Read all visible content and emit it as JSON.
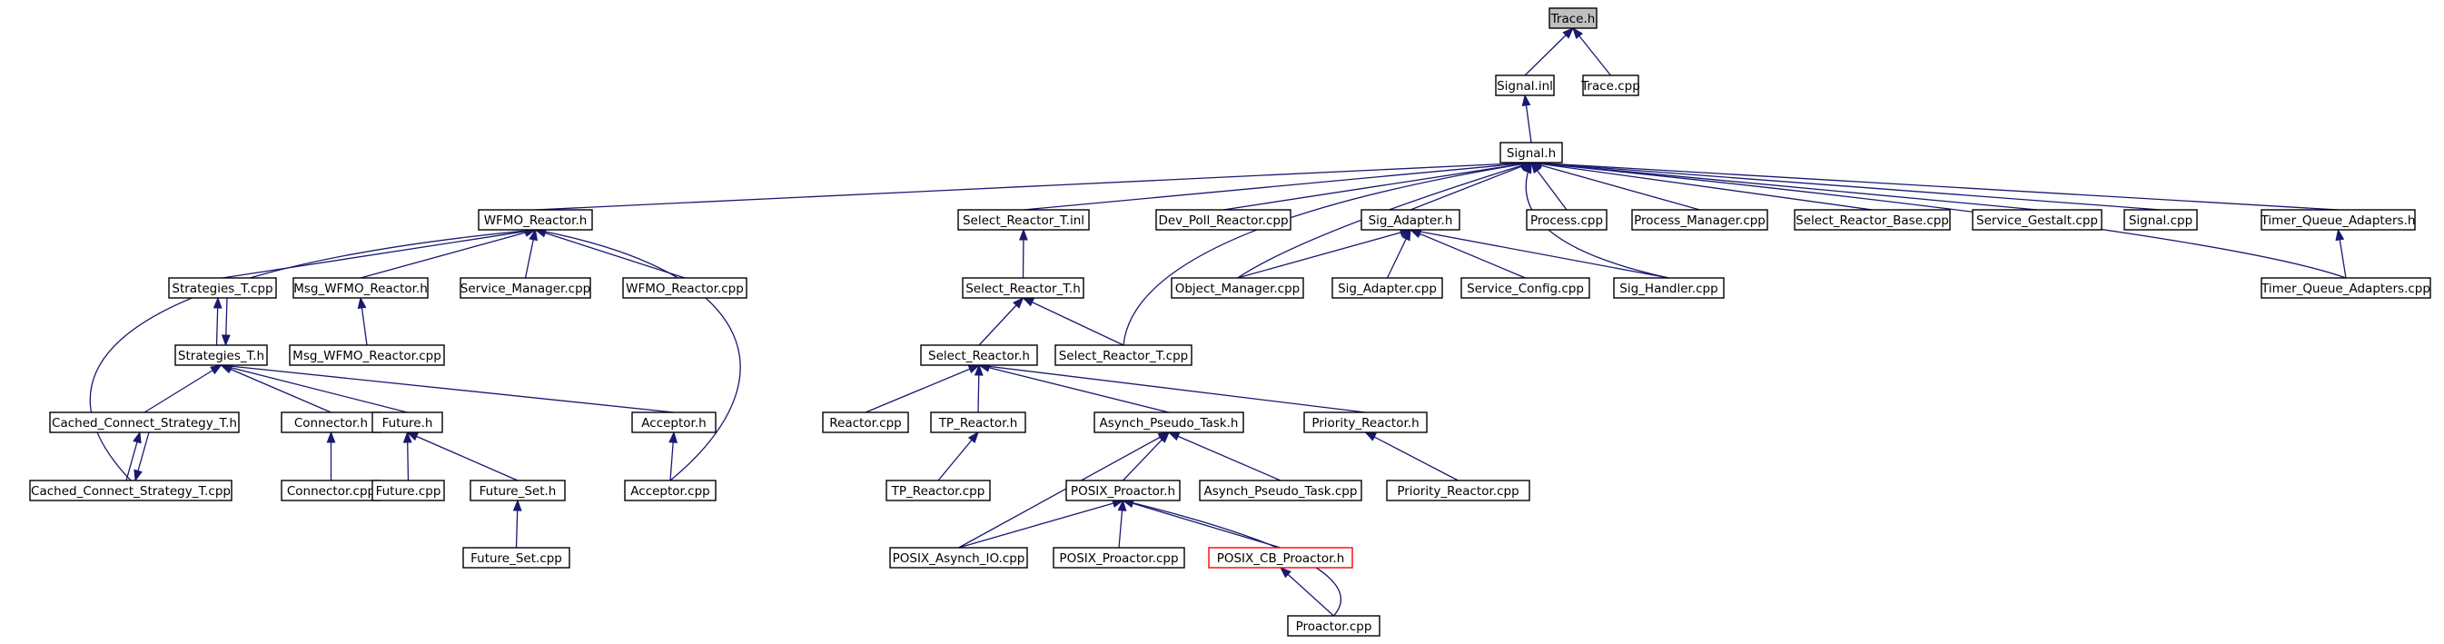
{
  "colors": {
    "edge": "#191970",
    "root_fill": "#bfbfbf",
    "incomplete_border": "#ff0000"
  },
  "nodes": {
    "trace_h": "Trace.h",
    "signal_inl": "Signal.inl",
    "trace_cpp": "Trace.cpp",
    "signal_h": "Signal.h",
    "wfmo_reactor_h": "WFMO_Reactor.h",
    "select_reactor_t_inl": "Select_Reactor_T.inl",
    "dev_poll_reactor_cpp": "Dev_Poll_Reactor.cpp",
    "sig_adapter_h": "Sig_Adapter.h",
    "process_cpp": "Process.cpp",
    "process_manager_cpp": "Process_Manager.cpp",
    "select_reactor_base_cpp": "Select_Reactor_Base.cpp",
    "service_gestalt_cpp": "Service_Gestalt.cpp",
    "signal_cpp": "Signal.cpp",
    "timer_queue_adapters_h": "Timer_Queue_Adapters.h",
    "strategies_t_cpp": "Strategies_T.cpp",
    "msg_wfmo_reactor_h": "Msg_WFMO_Reactor.h",
    "service_manager_cpp": "Service_Manager.cpp",
    "wfmo_reactor_cpp": "WFMO_Reactor.cpp",
    "select_reactor_t_h": "Select_Reactor_T.h",
    "object_manager_cpp": "Object_Manager.cpp",
    "sig_adapter_cpp": "Sig_Adapter.cpp",
    "service_config_cpp": "Service_Config.cpp",
    "sig_handler_cpp": "Sig_Handler.cpp",
    "timer_queue_adapters_cpp": "Timer_Queue_Adapters.cpp",
    "strategies_t_h": "Strategies_T.h",
    "msg_wfmo_reactor_cpp": "Msg_WFMO_Reactor.cpp",
    "select_reactor_h": "Select_Reactor.h",
    "select_reactor_t_cpp": "Select_Reactor_T.cpp",
    "cached_connect_strategy_t_h": "Cached_Connect_Strategy_T.h",
    "connector_h": "Connector.h",
    "future_h": "Future.h",
    "acceptor_h": "Acceptor.h",
    "reactor_cpp": "Reactor.cpp",
    "tp_reactor_h": "TP_Reactor.h",
    "asynch_pseudo_task_h": "Asynch_Pseudo_Task.h",
    "priority_reactor_h": "Priority_Reactor.h",
    "cached_connect_strategy_t_cpp": "Cached_Connect_Strategy_T.cpp",
    "connector_cpp": "Connector.cpp",
    "future_cpp": "Future.cpp",
    "future_set_h": "Future_Set.h",
    "acceptor_cpp": "Acceptor.cpp",
    "tp_reactor_cpp": "TP_Reactor.cpp",
    "posix_proactor_h": "POSIX_Proactor.h",
    "asynch_pseudo_task_cpp": "Asynch_Pseudo_Task.cpp",
    "priority_reactor_cpp": "Priority_Reactor.cpp",
    "future_set_cpp": "Future_Set.cpp",
    "posix_asynch_io_cpp": "POSIX_Asynch_IO.cpp",
    "posix_proactor_cpp": "POSIX_Proactor.cpp",
    "posix_cb_proactor_h": "POSIX_CB_Proactor.h",
    "proactor_cpp": "Proactor.cpp"
  }
}
